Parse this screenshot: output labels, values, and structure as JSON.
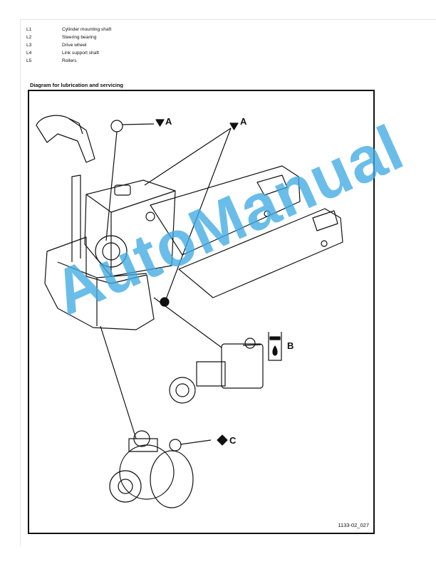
{
  "legend": [
    {
      "code": "L1",
      "text": "Cylinder mounting shaft"
    },
    {
      "code": "L2",
      "text": "Steering bearing"
    },
    {
      "code": "L3",
      "text": "Drive wheel"
    },
    {
      "code": "L4",
      "text": "Link support shaft"
    },
    {
      "code": "L5",
      "text": "Rollers"
    }
  ],
  "section_title": "Diagram for lubrication and servicing",
  "diagram": {
    "callouts": {
      "a1": "A",
      "a2": "A",
      "b": "B",
      "c": "C"
    },
    "figure_id": "1133-02_027"
  },
  "watermark": "AutoManual",
  "colors": {
    "watermark": "#40AAE1",
    "line": "#111111"
  }
}
